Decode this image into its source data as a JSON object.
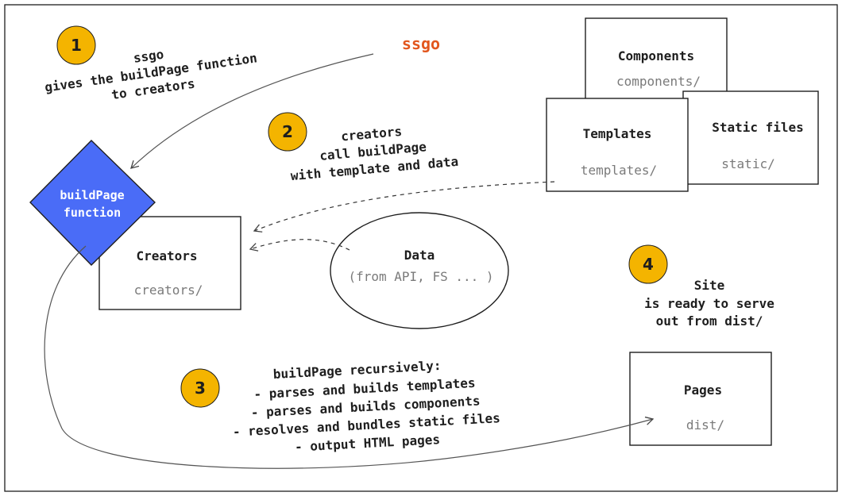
{
  "colors": {
    "badge": "#f4b400",
    "diamond": "#4a6cf7",
    "ssgo": "#e2571e",
    "box_stroke": "#1e1e1e",
    "muted_text": "#7a7a7a"
  },
  "ssgo_label": "ssgo",
  "diamond": {
    "line1": "buildPage",
    "line2": "function"
  },
  "boxes": {
    "components": {
      "title": "Components",
      "path": "components/"
    },
    "templates": {
      "title": "Templates",
      "path": "templates/"
    },
    "static": {
      "title": "Static files",
      "path": "static/"
    },
    "creators": {
      "title": "Creators",
      "path": "creators/"
    },
    "pages": {
      "title": "Pages",
      "path": "dist/"
    }
  },
  "data_node": {
    "title": "Data",
    "subtitle": "(from API, FS ... )"
  },
  "steps": {
    "s1": {
      "number": "1",
      "lines": [
        "ssgo",
        "gives the buildPage function",
        "to creators"
      ]
    },
    "s2": {
      "number": "2",
      "lines": [
        "creators",
        "call buildPage",
        "with template and data"
      ]
    },
    "s3": {
      "number": "3",
      "lines": [
        "buildPage recursively:",
        "- parses and builds templates",
        "- parses and builds components",
        "- resolves and bundles static files",
        "- output HTML pages"
      ]
    },
    "s4": {
      "number": "4",
      "lines": [
        "Site",
        "is ready to serve",
        "out from dist/"
      ]
    }
  }
}
